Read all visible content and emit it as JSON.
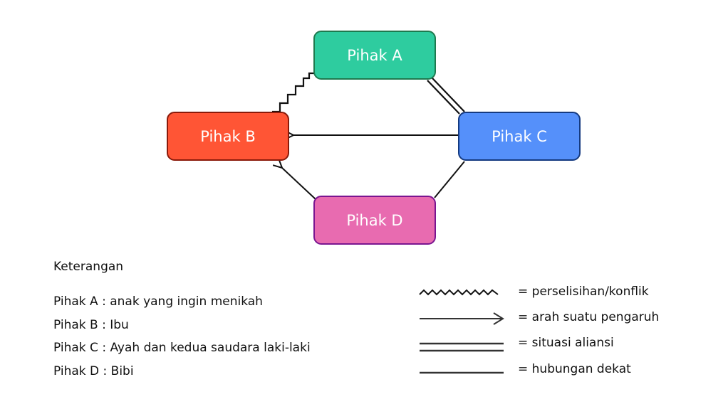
{
  "nodes": [
    {
      "id": "a",
      "label": "Pihak A",
      "fill": "#2ECC9F",
      "border": "#1E7A4F"
    },
    {
      "id": "b",
      "label": "Pihak B",
      "fill": "#FF5535",
      "border": "#8A1A0A"
    },
    {
      "id": "c",
      "label": "Pihak C",
      "fill": "#5590FA",
      "border": "#153A80"
    },
    {
      "id": "d",
      "label": "Pihak D",
      "fill": "#E86BB0",
      "border": "#7A1590"
    }
  ],
  "edges": [
    {
      "from": "Pihak B",
      "to": "Pihak A",
      "type": "conflict"
    },
    {
      "from": "Pihak A",
      "to": "Pihak C",
      "type": "alliance"
    },
    {
      "from": "Pihak C",
      "to": "Pihak B",
      "type": "influence"
    },
    {
      "from": "Pihak D",
      "to": "Pihak B",
      "type": "influence"
    },
    {
      "from": "Pihak D",
      "to": "Pihak C",
      "type": "close"
    }
  ],
  "legend": {
    "title": "Keterangan",
    "items": [
      "Pihak A : anak yang ingin menikah",
      "Pihak B : Ibu",
      "Pihak C : Ayah dan kedua saudara laki-laki",
      "Pihak D : Bibi"
    ]
  },
  "key": [
    {
      "type": "conflict",
      "label": "= perselisihan/konflik"
    },
    {
      "type": "influence",
      "label": "= arah suatu pengaruh"
    },
    {
      "type": "alliance",
      "label": "= situasi aliansi"
    },
    {
      "type": "close",
      "label": "= hubungan dekat"
    }
  ]
}
